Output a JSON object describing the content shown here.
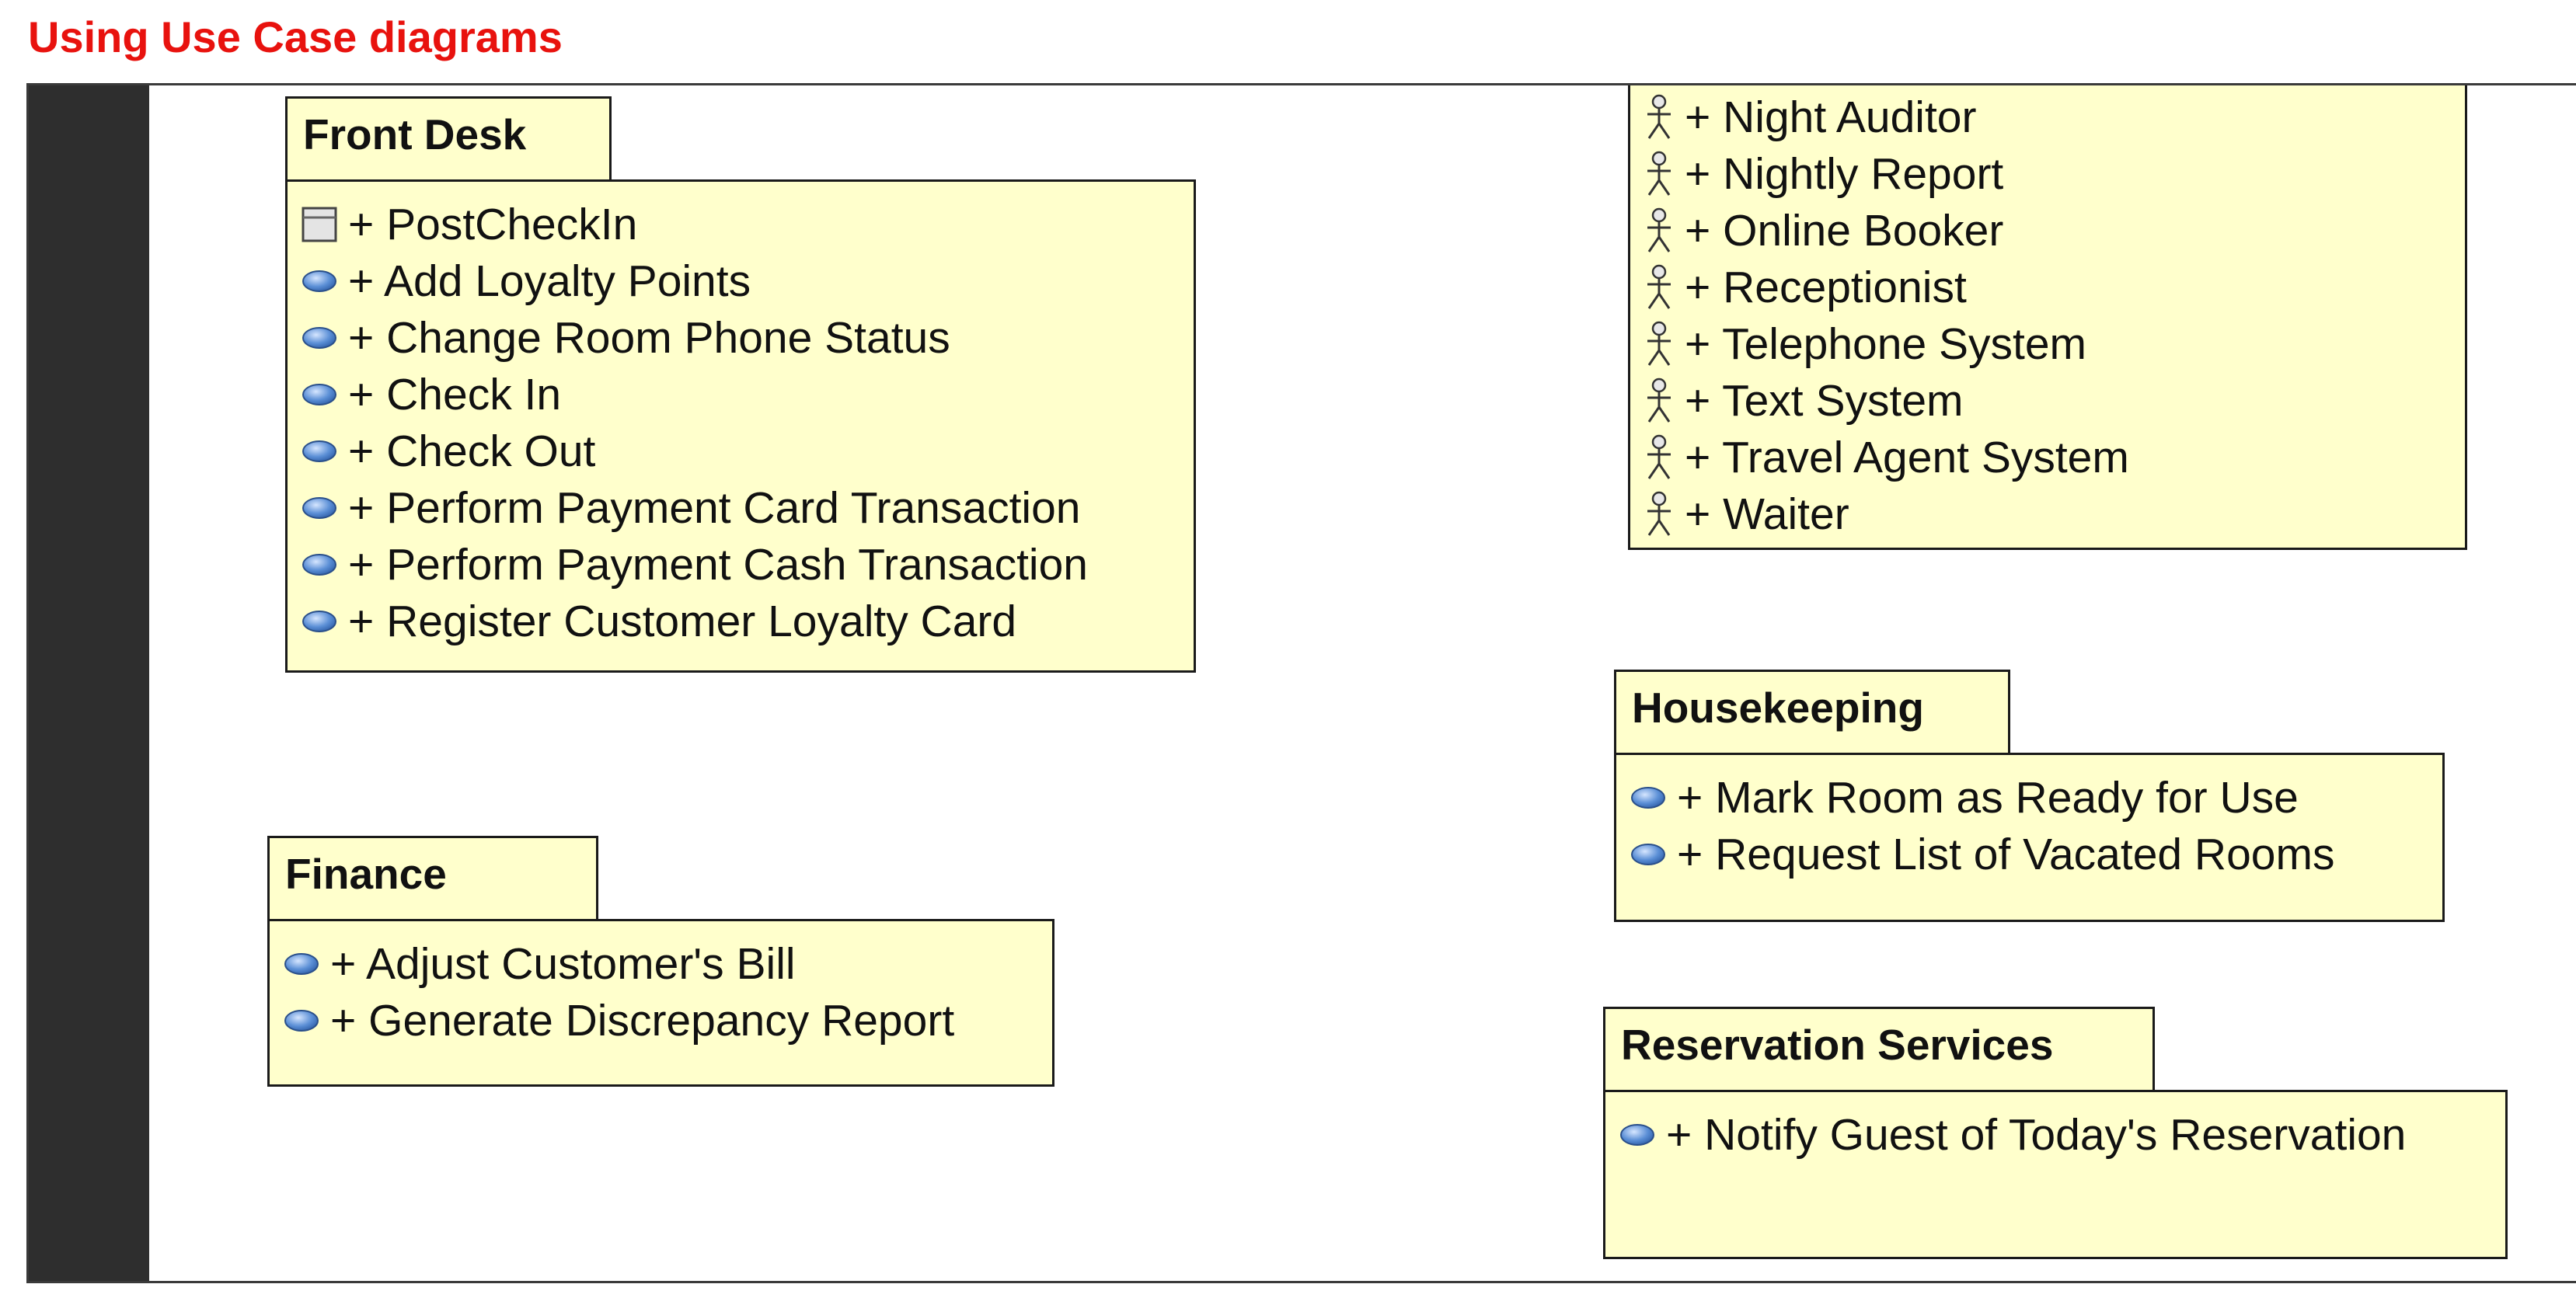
{
  "page": {
    "title": "Using Use Case diagrams"
  },
  "colors": {
    "title": "#e8120e",
    "package_fill": "#ffffcc",
    "package_border": "#1a1a1a",
    "gutter": "#2e2e2e",
    "use_case_icon": "#5b8fd6"
  },
  "packages": {
    "front_desk": {
      "name": "Front Desk",
      "members": [
        {
          "icon": "class-icon",
          "label": "+ PostCheckIn"
        },
        {
          "icon": "use-case-icon",
          "label": "+ Add Loyalty Points"
        },
        {
          "icon": "use-case-icon",
          "label": "+ Change Room Phone Status"
        },
        {
          "icon": "use-case-icon",
          "label": "+ Check In"
        },
        {
          "icon": "use-case-icon",
          "label": "+ Check Out"
        },
        {
          "icon": "use-case-icon",
          "label": "+ Perform Payment Card Transaction"
        },
        {
          "icon": "use-case-icon",
          "label": "+ Perform Payment Cash Transaction"
        },
        {
          "icon": "use-case-icon",
          "label": "+ Register Customer Loyalty Card"
        }
      ]
    },
    "actors": {
      "members": [
        {
          "icon": "actor-icon",
          "label": "+ Night Auditor"
        },
        {
          "icon": "actor-icon",
          "label": "+ Nightly Report"
        },
        {
          "icon": "actor-icon",
          "label": "+ Online Booker"
        },
        {
          "icon": "actor-icon",
          "label": "+ Receptionist"
        },
        {
          "icon": "actor-icon",
          "label": "+ Telephone System"
        },
        {
          "icon": "actor-icon",
          "label": "+ Text System"
        },
        {
          "icon": "actor-icon",
          "label": "+ Travel Agent System"
        },
        {
          "icon": "actor-icon",
          "label": "+ Waiter"
        }
      ]
    },
    "finance": {
      "name": "Finance",
      "members": [
        {
          "icon": "use-case-icon",
          "label": "+ Adjust Customer's Bill"
        },
        {
          "icon": "use-case-icon",
          "label": "+ Generate Discrepancy Report"
        }
      ]
    },
    "housekeeping": {
      "name": "Housekeeping",
      "members": [
        {
          "icon": "use-case-icon",
          "label": "+ Mark Room as Ready for Use"
        },
        {
          "icon": "use-case-icon",
          "label": "+ Request List of Vacated Rooms"
        }
      ]
    },
    "reservation_services": {
      "name": "Reservation Services",
      "members": [
        {
          "icon": "use-case-icon",
          "label": "+ Notify Guest of Today's Reservation"
        }
      ]
    }
  }
}
